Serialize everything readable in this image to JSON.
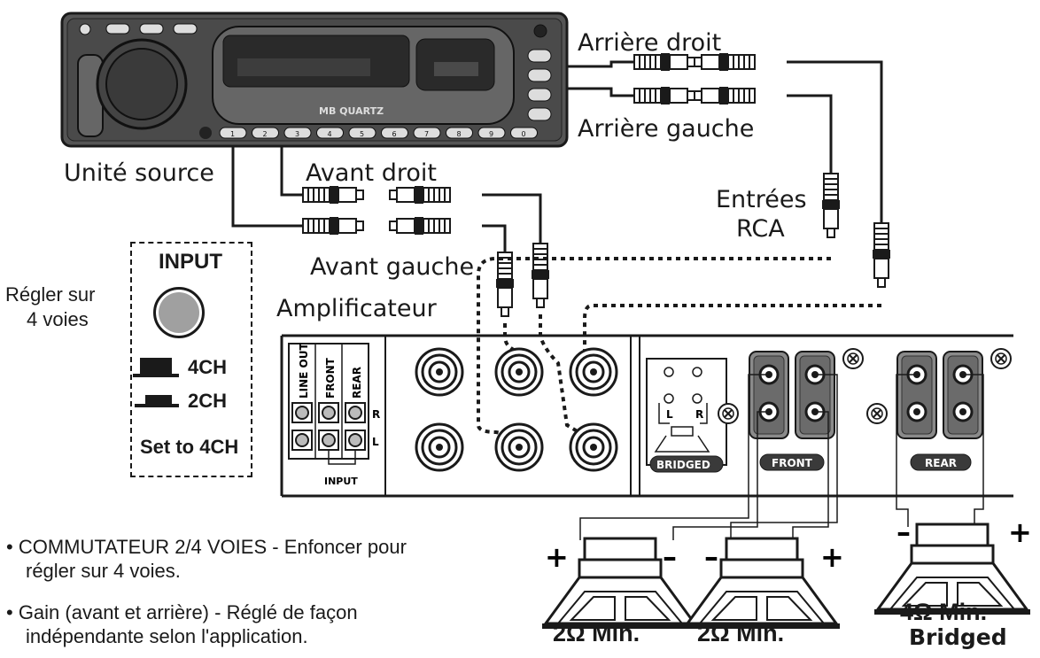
{
  "labels": {
    "rear_right": "Arrière droit",
    "rear_left": "Arrière gauche",
    "source_unit": "Unité source",
    "front_right": "Avant droit",
    "front_left": "Avant gauche",
    "rca_inputs_line1": "Entrées",
    "rca_inputs_line2": "RCA",
    "amplifier": "Amplificateur"
  },
  "switch_box": {
    "title": "INPUT",
    "side_line1": "Régler sur",
    "side_line2": "4 voies",
    "opt_4ch": "4CH",
    "opt_2ch": "2CH",
    "caption": "Set to 4CH"
  },
  "amp_panel": {
    "line_out": "LINE OUT",
    "front": "FRONT",
    "rear": "REAR",
    "r": "R",
    "l": "L",
    "input": "INPUT",
    "bridged": "BRIDGED",
    "front_badge": "FRONT",
    "rear_badge": "REAR",
    "t_l": "L",
    "t_r": "R"
  },
  "head_unit": {
    "brand": "MB QUARTZ",
    "preset_buttons": [
      "1",
      "2",
      "3",
      "4",
      "5",
      "6",
      "7",
      "8",
      "9",
      "0"
    ]
  },
  "speakers": [
    {
      "label": "2Ω Min.",
      "sub": ""
    },
    {
      "label": "2Ω Min.",
      "sub": ""
    },
    {
      "label": "4Ω Min.",
      "sub": "Bridged"
    }
  ],
  "bullets": [
    {
      "line1": "• COMMUTATEUR 2/4 VOIES - Enfoncer pour",
      "line2": "régler sur 4 voies."
    },
    {
      "line1": "• Gain (avant et arrière) - Réglé de façon",
      "line2": "indépendante selon l'application."
    }
  ],
  "colors": {
    "ink": "#1a1a1a",
    "panel": "#5e5e5e",
    "display": "#2a2a2a"
  }
}
